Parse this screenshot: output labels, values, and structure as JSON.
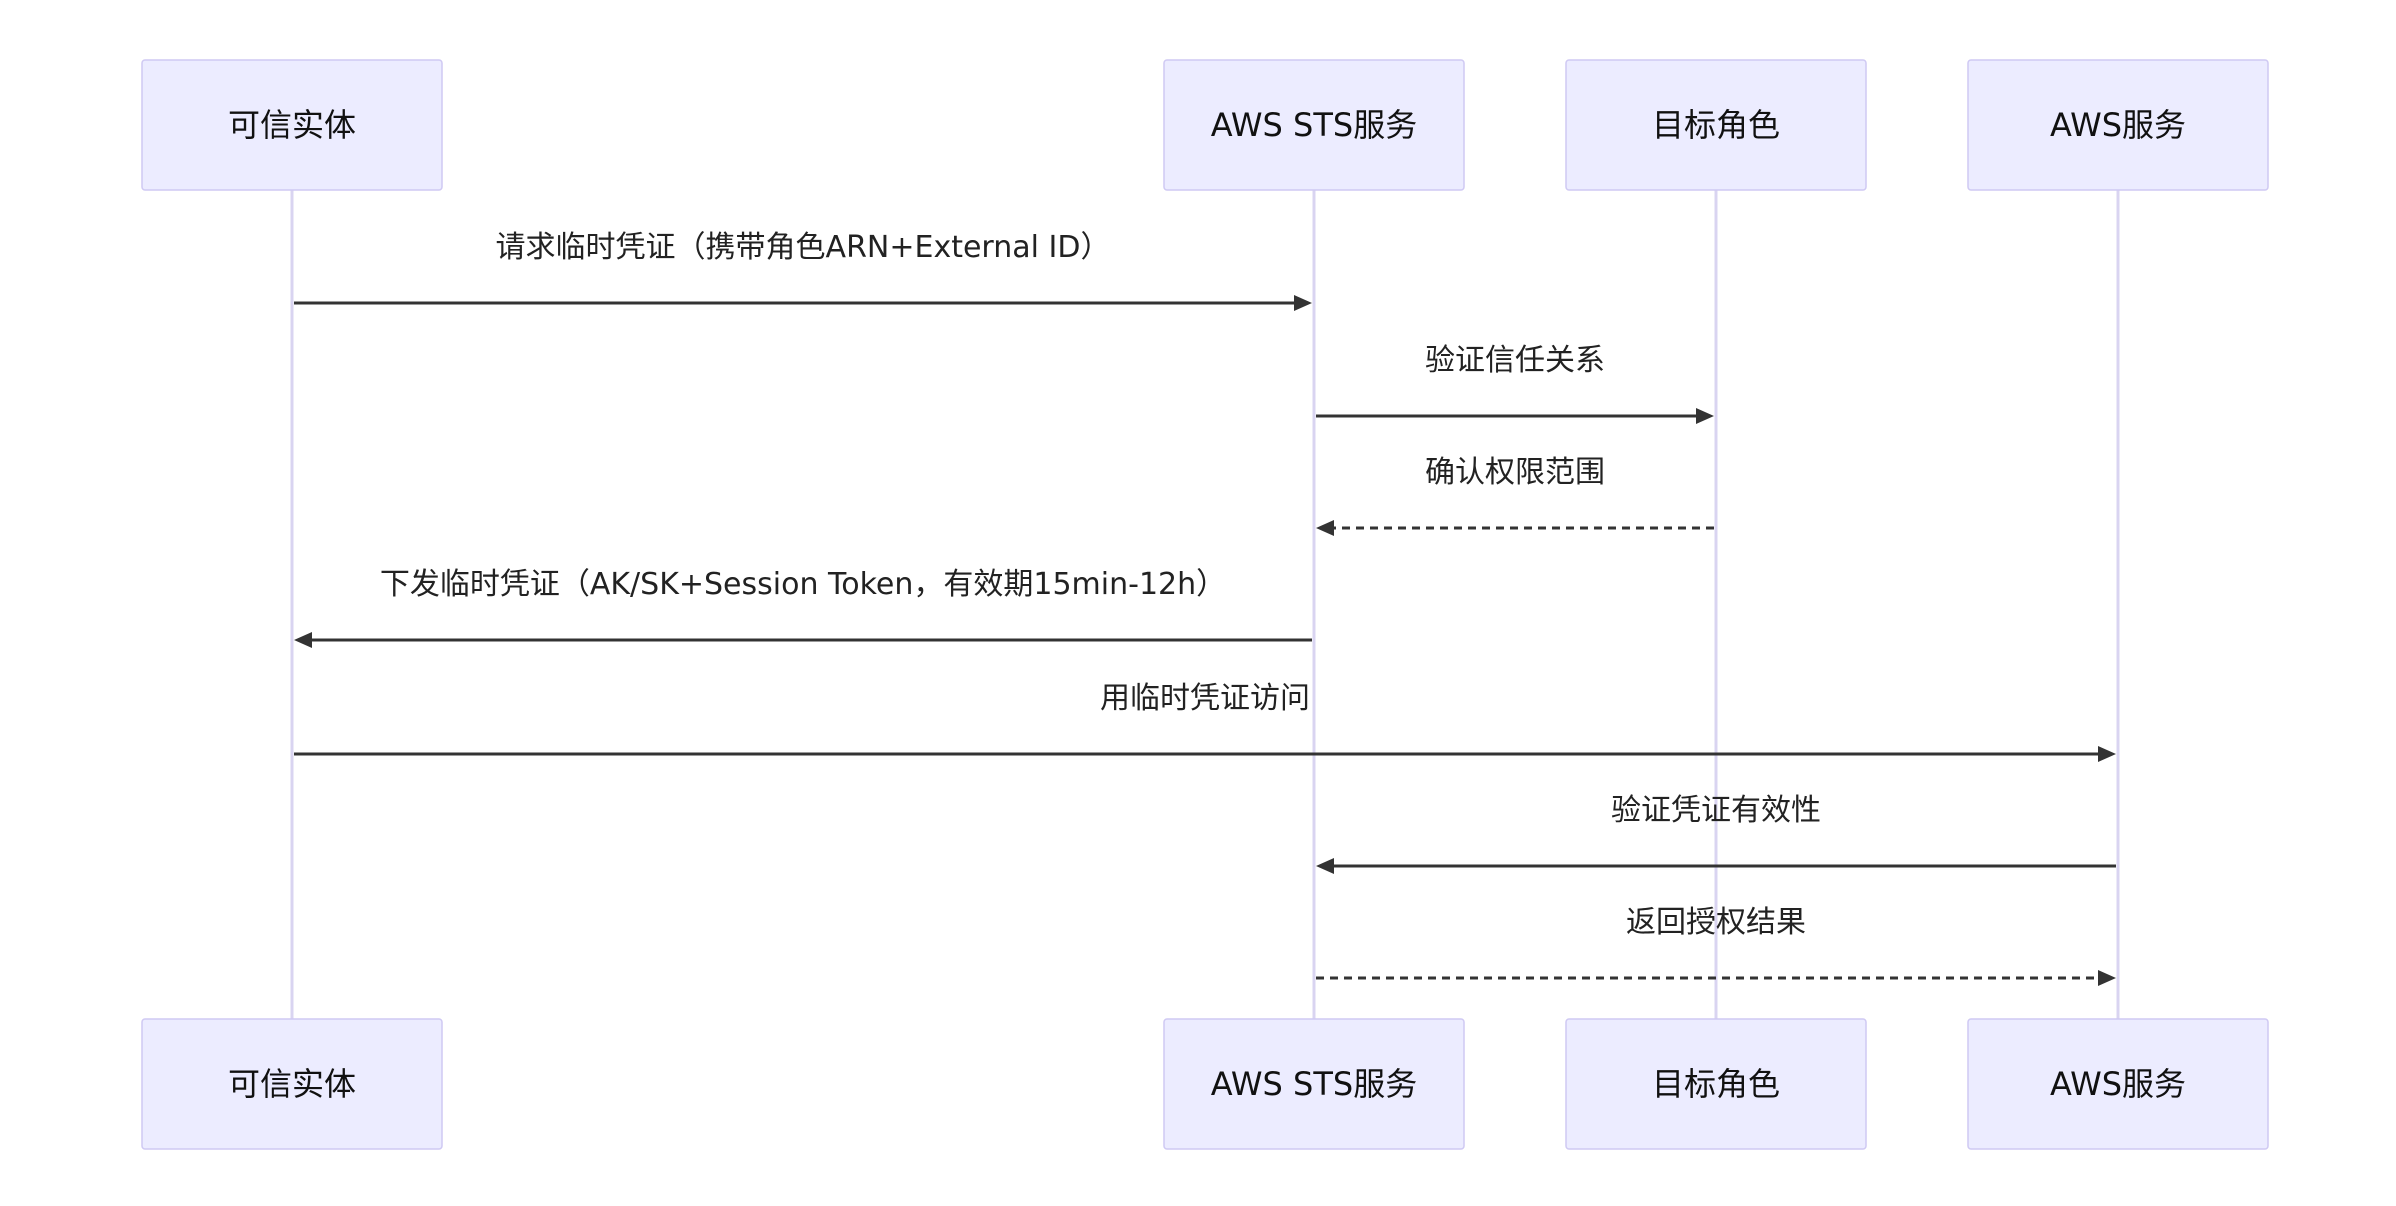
{
  "diagram": {
    "type": "sequence",
    "participants": [
      {
        "id": "entity",
        "label": "可信实体"
      },
      {
        "id": "sts",
        "label": "AWS STS服务"
      },
      {
        "id": "role",
        "label": "目标角色"
      },
      {
        "id": "svc",
        "label": "AWS服务"
      }
    ],
    "messages": [
      {
        "from": "entity",
        "to": "sts",
        "label": "请求临时凭证（携带角色ARN+External ID）",
        "style": "solid"
      },
      {
        "from": "sts",
        "to": "role",
        "label": "验证信任关系",
        "style": "solid"
      },
      {
        "from": "role",
        "to": "sts",
        "label": "确认权限范围",
        "style": "dashed"
      },
      {
        "from": "sts",
        "to": "entity",
        "label": "下发临时凭证（AK/SK+Session Token，有效期15min-12h）",
        "style": "solid"
      },
      {
        "from": "entity",
        "to": "svc",
        "label": "用临时凭证访问",
        "style": "solid"
      },
      {
        "from": "svc",
        "to": "sts",
        "label": "验证凭证有效性",
        "style": "solid"
      },
      {
        "from": "sts",
        "to": "svc",
        "label": "返回授权结果",
        "style": "dashed"
      }
    ]
  },
  "colors": {
    "actor_fill": "#ececff",
    "actor_border": "#cfc9f3",
    "lifeline": "#d9d4f1",
    "arrow": "#333333"
  }
}
